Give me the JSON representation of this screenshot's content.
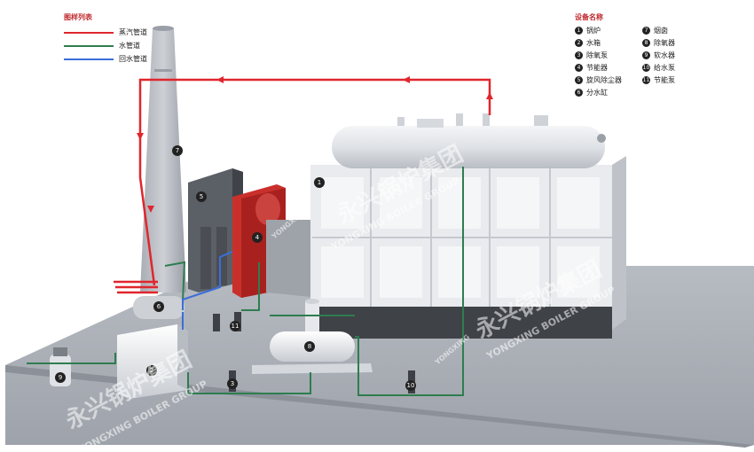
{
  "legend": {
    "title": "图样列表",
    "items": [
      {
        "label": "蒸汽管道",
        "color": "#e0262d"
      },
      {
        "label": "水管道",
        "color": "#2e7d4f"
      },
      {
        "label": "回水管道",
        "color": "#3a6fd8"
      }
    ]
  },
  "equipment": {
    "title": "设备名称",
    "items": [
      {
        "num": "1",
        "label": "锅炉"
      },
      {
        "num": "7",
        "label": "烟囱"
      },
      {
        "num": "2",
        "label": "水箱"
      },
      {
        "num": "8",
        "label": "除氧器"
      },
      {
        "num": "3",
        "label": "除氧泵"
      },
      {
        "num": "9",
        "label": "软水器"
      },
      {
        "num": "4",
        "label": "节能器"
      },
      {
        "num": "10",
        "label": "给水泵"
      },
      {
        "num": "5",
        "label": "旋风除尘器"
      },
      {
        "num": "11",
        "label": "节能泵"
      },
      {
        "num": "6",
        "label": "分水缸"
      }
    ]
  },
  "tags": [
    "1",
    "2",
    "3",
    "4",
    "5",
    "6",
    "7",
    "8",
    "9",
    "10",
    "11"
  ],
  "watermark": {
    "cn": "永兴锅炉集团",
    "en": "YONGXING BOILER GROUP",
    "short": "YONGXING"
  }
}
